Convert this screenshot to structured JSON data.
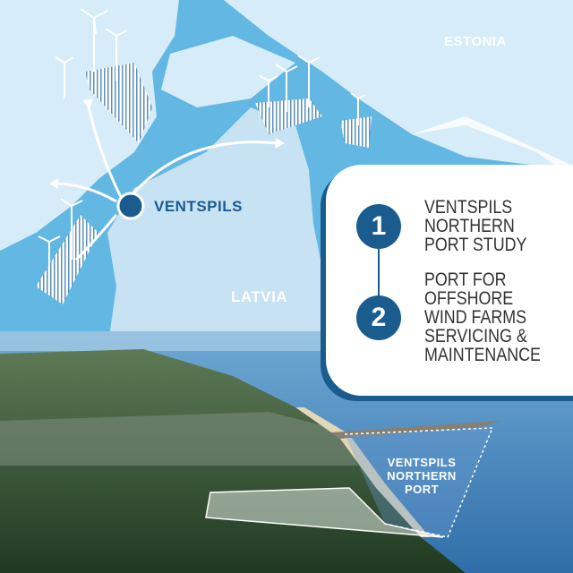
{
  "map_labels": {
    "estonia": "ESTONIA",
    "latvia": "LATVIA",
    "ventspils": "VENTSPILS"
  },
  "steps": [
    {
      "number": "1",
      "text": "VENTSPILS\nNORTHERN\nPORT STUDY"
    },
    {
      "number": "2",
      "text": "PORT FOR\nOFFSHORE\nWIND FARMS\nSERVICING &\nMAINTENANCE"
    }
  ],
  "photo_label": "VENTSPILS\nNORTHERN\nPORT",
  "colors": {
    "sea": "#62b8e2",
    "land": "#d6ecf8",
    "accent": "#1b5c8f"
  }
}
